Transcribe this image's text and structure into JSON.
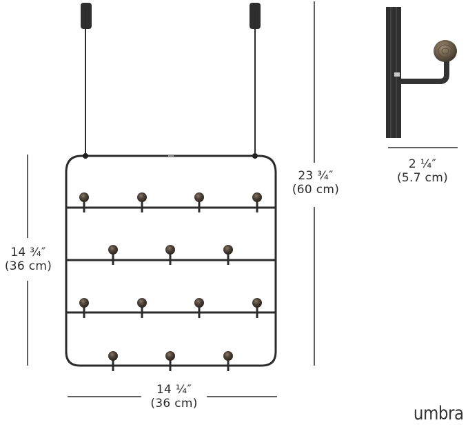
{
  "diagram": {
    "type": "product-dimensions",
    "product": "over-the-door hanging hook rack",
    "colors": {
      "frame": "#2b2b2b",
      "knob": "#4a4036",
      "knob_highlight": "#8a7a68",
      "dimension_line": "#2a2a2a",
      "background": "#ffffff"
    },
    "hook_rows": [
      {
        "row": 1,
        "hooks": 4
      },
      {
        "row": 2,
        "hooks": 3
      },
      {
        "row": 3,
        "hooks": 4
      },
      {
        "row": 4,
        "hooks": 3
      }
    ],
    "dimensions": {
      "rack_height": {
        "imperial": "14 ¾″",
        "metric": "(36 cm)"
      },
      "total_height": {
        "imperial": "23 ¾″",
        "metric": "(60 cm)"
      },
      "width": {
        "imperial": "14 ¼″",
        "metric": "(36 cm)"
      },
      "hook_depth": {
        "imperial": "2 ¼″",
        "metric": "(5.7 cm)"
      }
    },
    "brand": "umbra"
  }
}
